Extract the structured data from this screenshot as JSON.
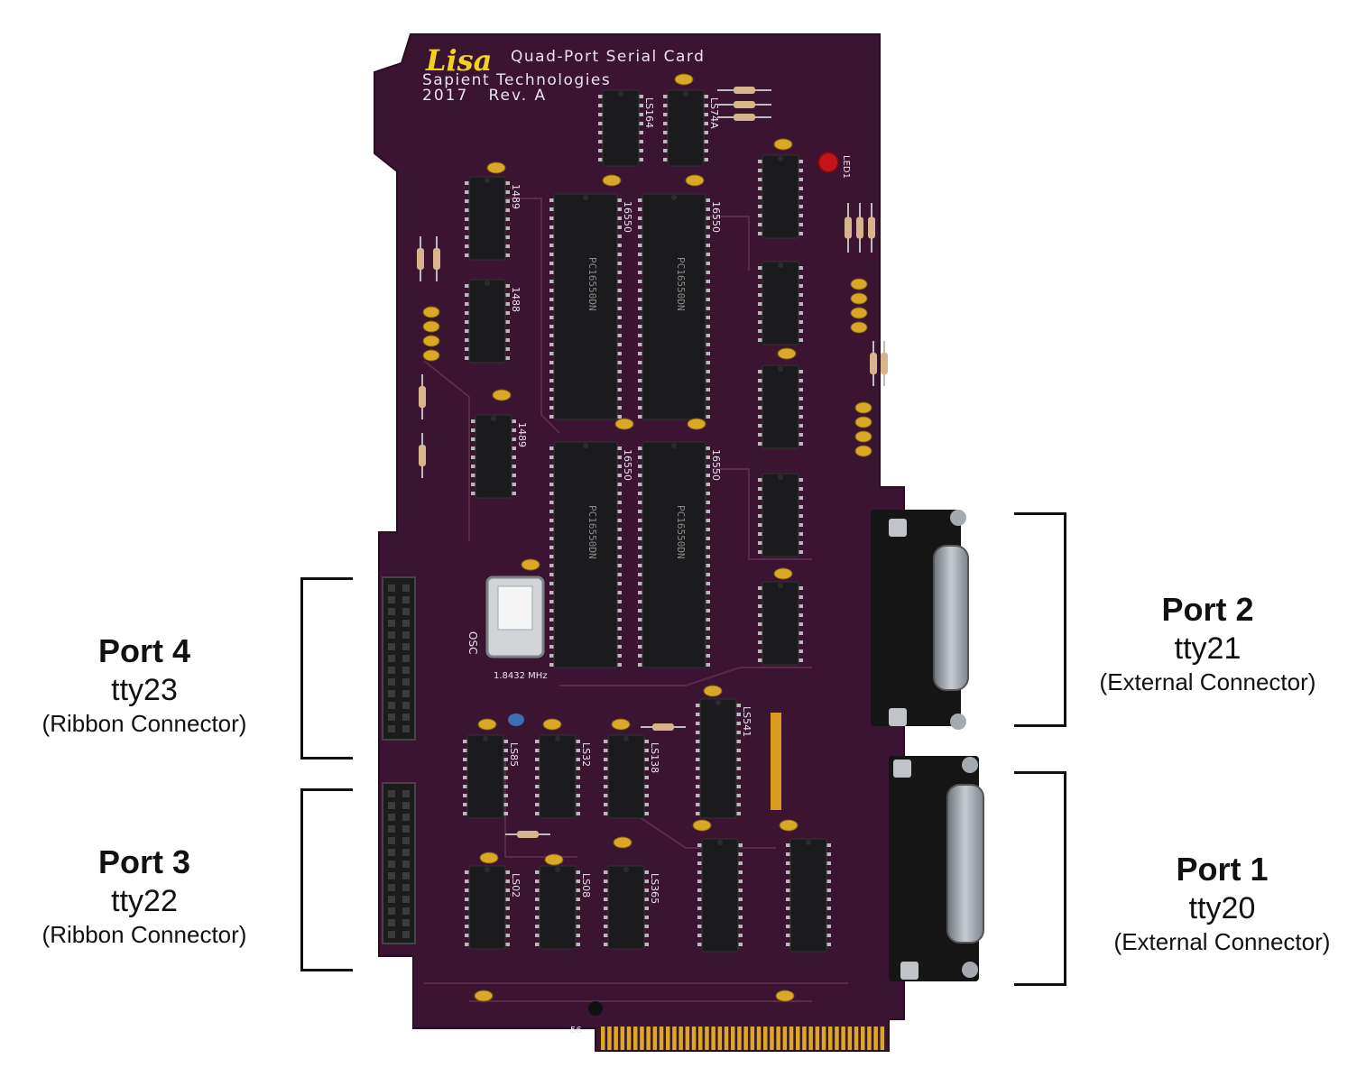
{
  "board": {
    "logo": "Lisa",
    "title": "Quad-Port Serial Card",
    "maker": "Sapient Technologies",
    "year_rev": "2017   Rev. A",
    "crystal_freq": "1.8432 MHz",
    "osc_label": "OSC",
    "chips": [
      {
        "id": "u-ls164",
        "ref": "LS164"
      },
      {
        "id": "u-ls74a",
        "ref": "LS74A"
      },
      {
        "id": "u-1489-a",
        "ref": "1489"
      },
      {
        "id": "u-1488-a",
        "ref": "1488"
      },
      {
        "id": "u-1489-b",
        "ref": "1489"
      },
      {
        "id": "u-16550-a",
        "ref": "16550"
      },
      {
        "id": "u-16550-b",
        "ref": "16550"
      },
      {
        "id": "u-16550-c",
        "ref": "16550"
      },
      {
        "id": "u-16550-d",
        "ref": "16550"
      },
      {
        "id": "u-ls85",
        "ref": "LS85"
      },
      {
        "id": "u-ls32",
        "ref": "LS32"
      },
      {
        "id": "u-ls138",
        "ref": "LS138"
      },
      {
        "id": "u-ls02",
        "ref": "LS02"
      },
      {
        "id": "u-ls08",
        "ref": "LS08"
      },
      {
        "id": "u-ls365",
        "ref": "LS365"
      },
      {
        "id": "u-ls541",
        "ref": "LS541"
      }
    ],
    "uart_marking": "PC16550DN",
    "edge_pin_label": "56",
    "led_label": "LED1",
    "colors": {
      "pcb": "#3a1430",
      "gold": "#d9a826",
      "chip": "#1b1b1d",
      "logo": "#f2d21c"
    }
  },
  "ports": [
    {
      "id": "port-4",
      "name": "Port 4",
      "tty": "tty23",
      "connector": "(Ribbon Connector)"
    },
    {
      "id": "port-3",
      "name": "Port 3",
      "tty": "tty22",
      "connector": "(Ribbon Connector)"
    },
    {
      "id": "port-2",
      "name": "Port 2",
      "tty": "tty21",
      "connector": "(External Connector)"
    },
    {
      "id": "port-1",
      "name": "Port 1",
      "tty": "tty20",
      "connector": "(External Connector)"
    }
  ]
}
